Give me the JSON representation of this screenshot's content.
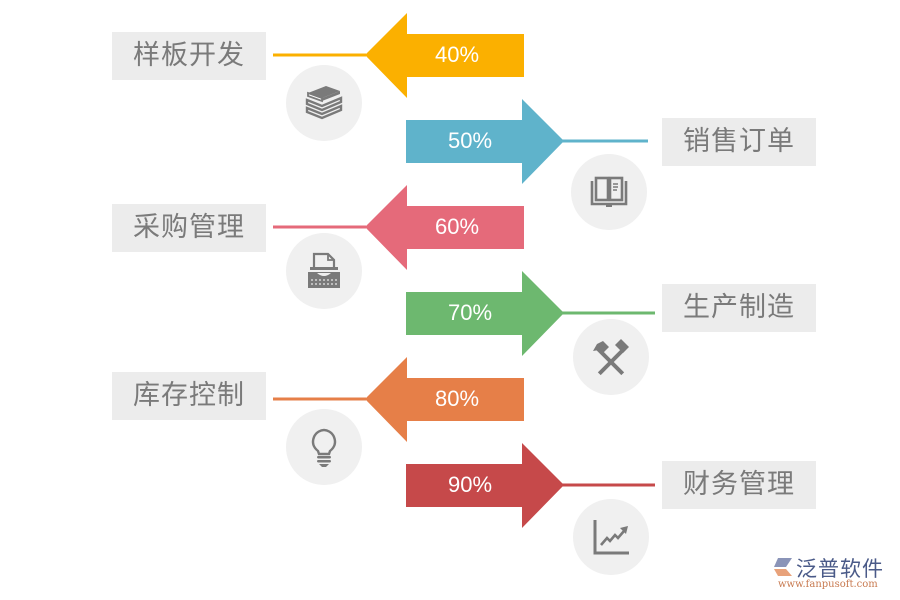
{
  "colors": {
    "label_bg": "#ececec",
    "label_text": "#7a7a7a",
    "icon_circle": "#f0f0f0",
    "icon_fill": "#7a7a7a"
  },
  "rows": [
    {
      "label": "样板开发",
      "percent": "40%",
      "direction": "left",
      "color": "#fbb000",
      "icon": "books-icon"
    },
    {
      "label": "销售订单",
      "percent": "50%",
      "direction": "right",
      "color": "#5fb3cb",
      "icon": "open-book-icon"
    },
    {
      "label": "采购管理",
      "percent": "60%",
      "direction": "left",
      "color": "#e56a7a",
      "icon": "typewriter-icon"
    },
    {
      "label": "生产制造",
      "percent": "70%",
      "direction": "right",
      "color": "#6db86f",
      "icon": "crossed-hammers-icon"
    },
    {
      "label": "库存控制",
      "percent": "80%",
      "direction": "left",
      "color": "#e67f48",
      "icon": "lightbulb-icon"
    },
    {
      "label": "财务管理",
      "percent": "90%",
      "direction": "right",
      "color": "#c6494a",
      "icon": "trend-chart-icon"
    }
  ],
  "logo": {
    "name": "泛普软件",
    "url": "www.fanpusoft.com"
  }
}
